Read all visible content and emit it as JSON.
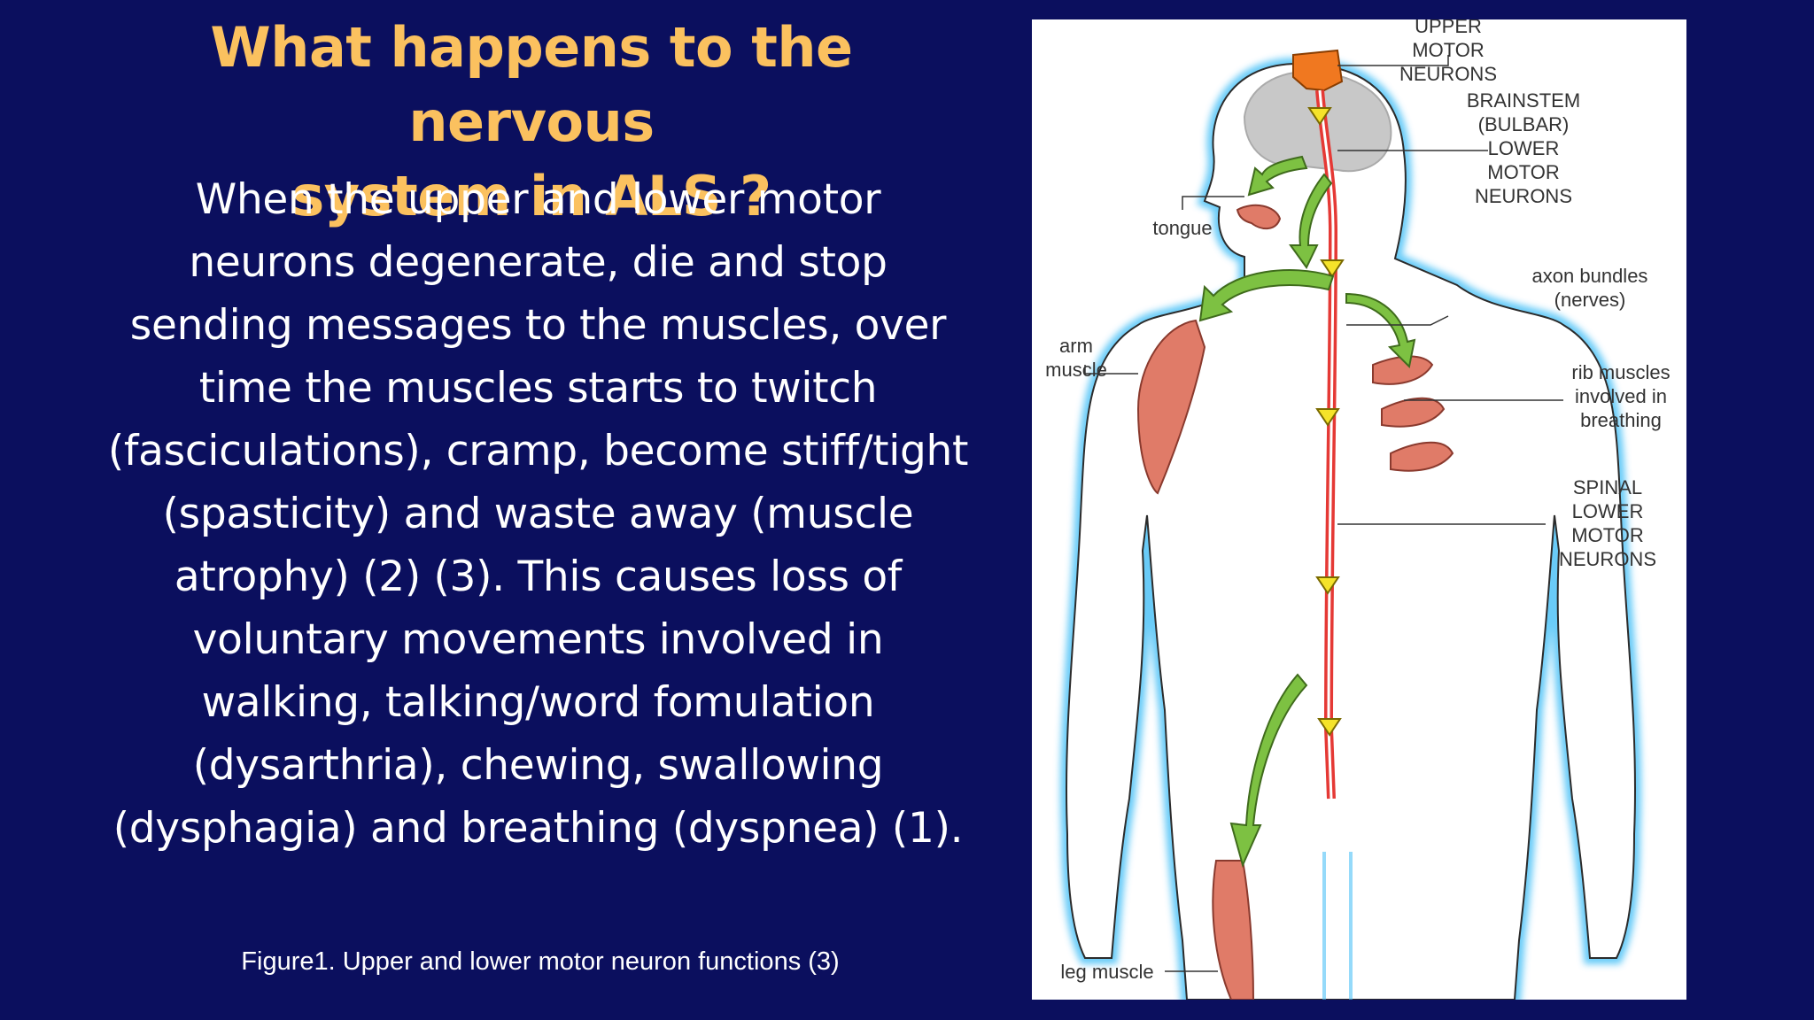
{
  "slide": {
    "title_line1": "What happens to the nervous",
    "title_line2": "system in ALS ?",
    "body": "When the upper and lower motor neurons degenerate, die and stop sending messages to the muscles, over time the muscles starts to twitch (fasciculations), cramp, become stiff/tight (spasticity) and waste away (muscle atrophy) (2) (3). This causes loss of voluntary movements involved in walking, talking/word fomulation (dysarthria), chewing, swallowing (dysphagia) and breathing (dyspnea) (1).",
    "caption": "Figure1. Upper and lower motor neuron functions (3)"
  },
  "figure": {
    "labels": {
      "upper_motor_line1": "UPPER MOTOR",
      "upper_motor_line2": "NEURONS",
      "brainstem_line1": "BRAINSTEM",
      "brainstem_line2": "(BULBAR)",
      "brainstem_line3": "LOWER",
      "brainstem_line4": "MOTOR",
      "brainstem_line5": "NEURONS",
      "tongue": "tongue",
      "axon_line1": "axon bundles",
      "axon_line2": "(nerves)",
      "arm_line1": "arm",
      "arm_line2": "muscle",
      "rib_line1": "rib muscles",
      "rib_line2": "involved in",
      "rib_line3": "breathing",
      "spinal_line1": "SPINAL",
      "spinal_line2": "LOWER",
      "spinal_line3": "MOTOR",
      "spinal_line4": "NEURONS",
      "leg_muscle": "leg muscle"
    },
    "colors": {
      "background": "#0b0f5e",
      "title": "#fbc15f",
      "muscle": "#e07b68",
      "motor_cortex": "#f07820",
      "arrow_green": "#7dc142",
      "arrow_yellow": "#f5e32a",
      "spinal_cord": "#e53935",
      "body_outline_glow": "#4fc3f7",
      "brain": "#c8c8c8"
    }
  }
}
